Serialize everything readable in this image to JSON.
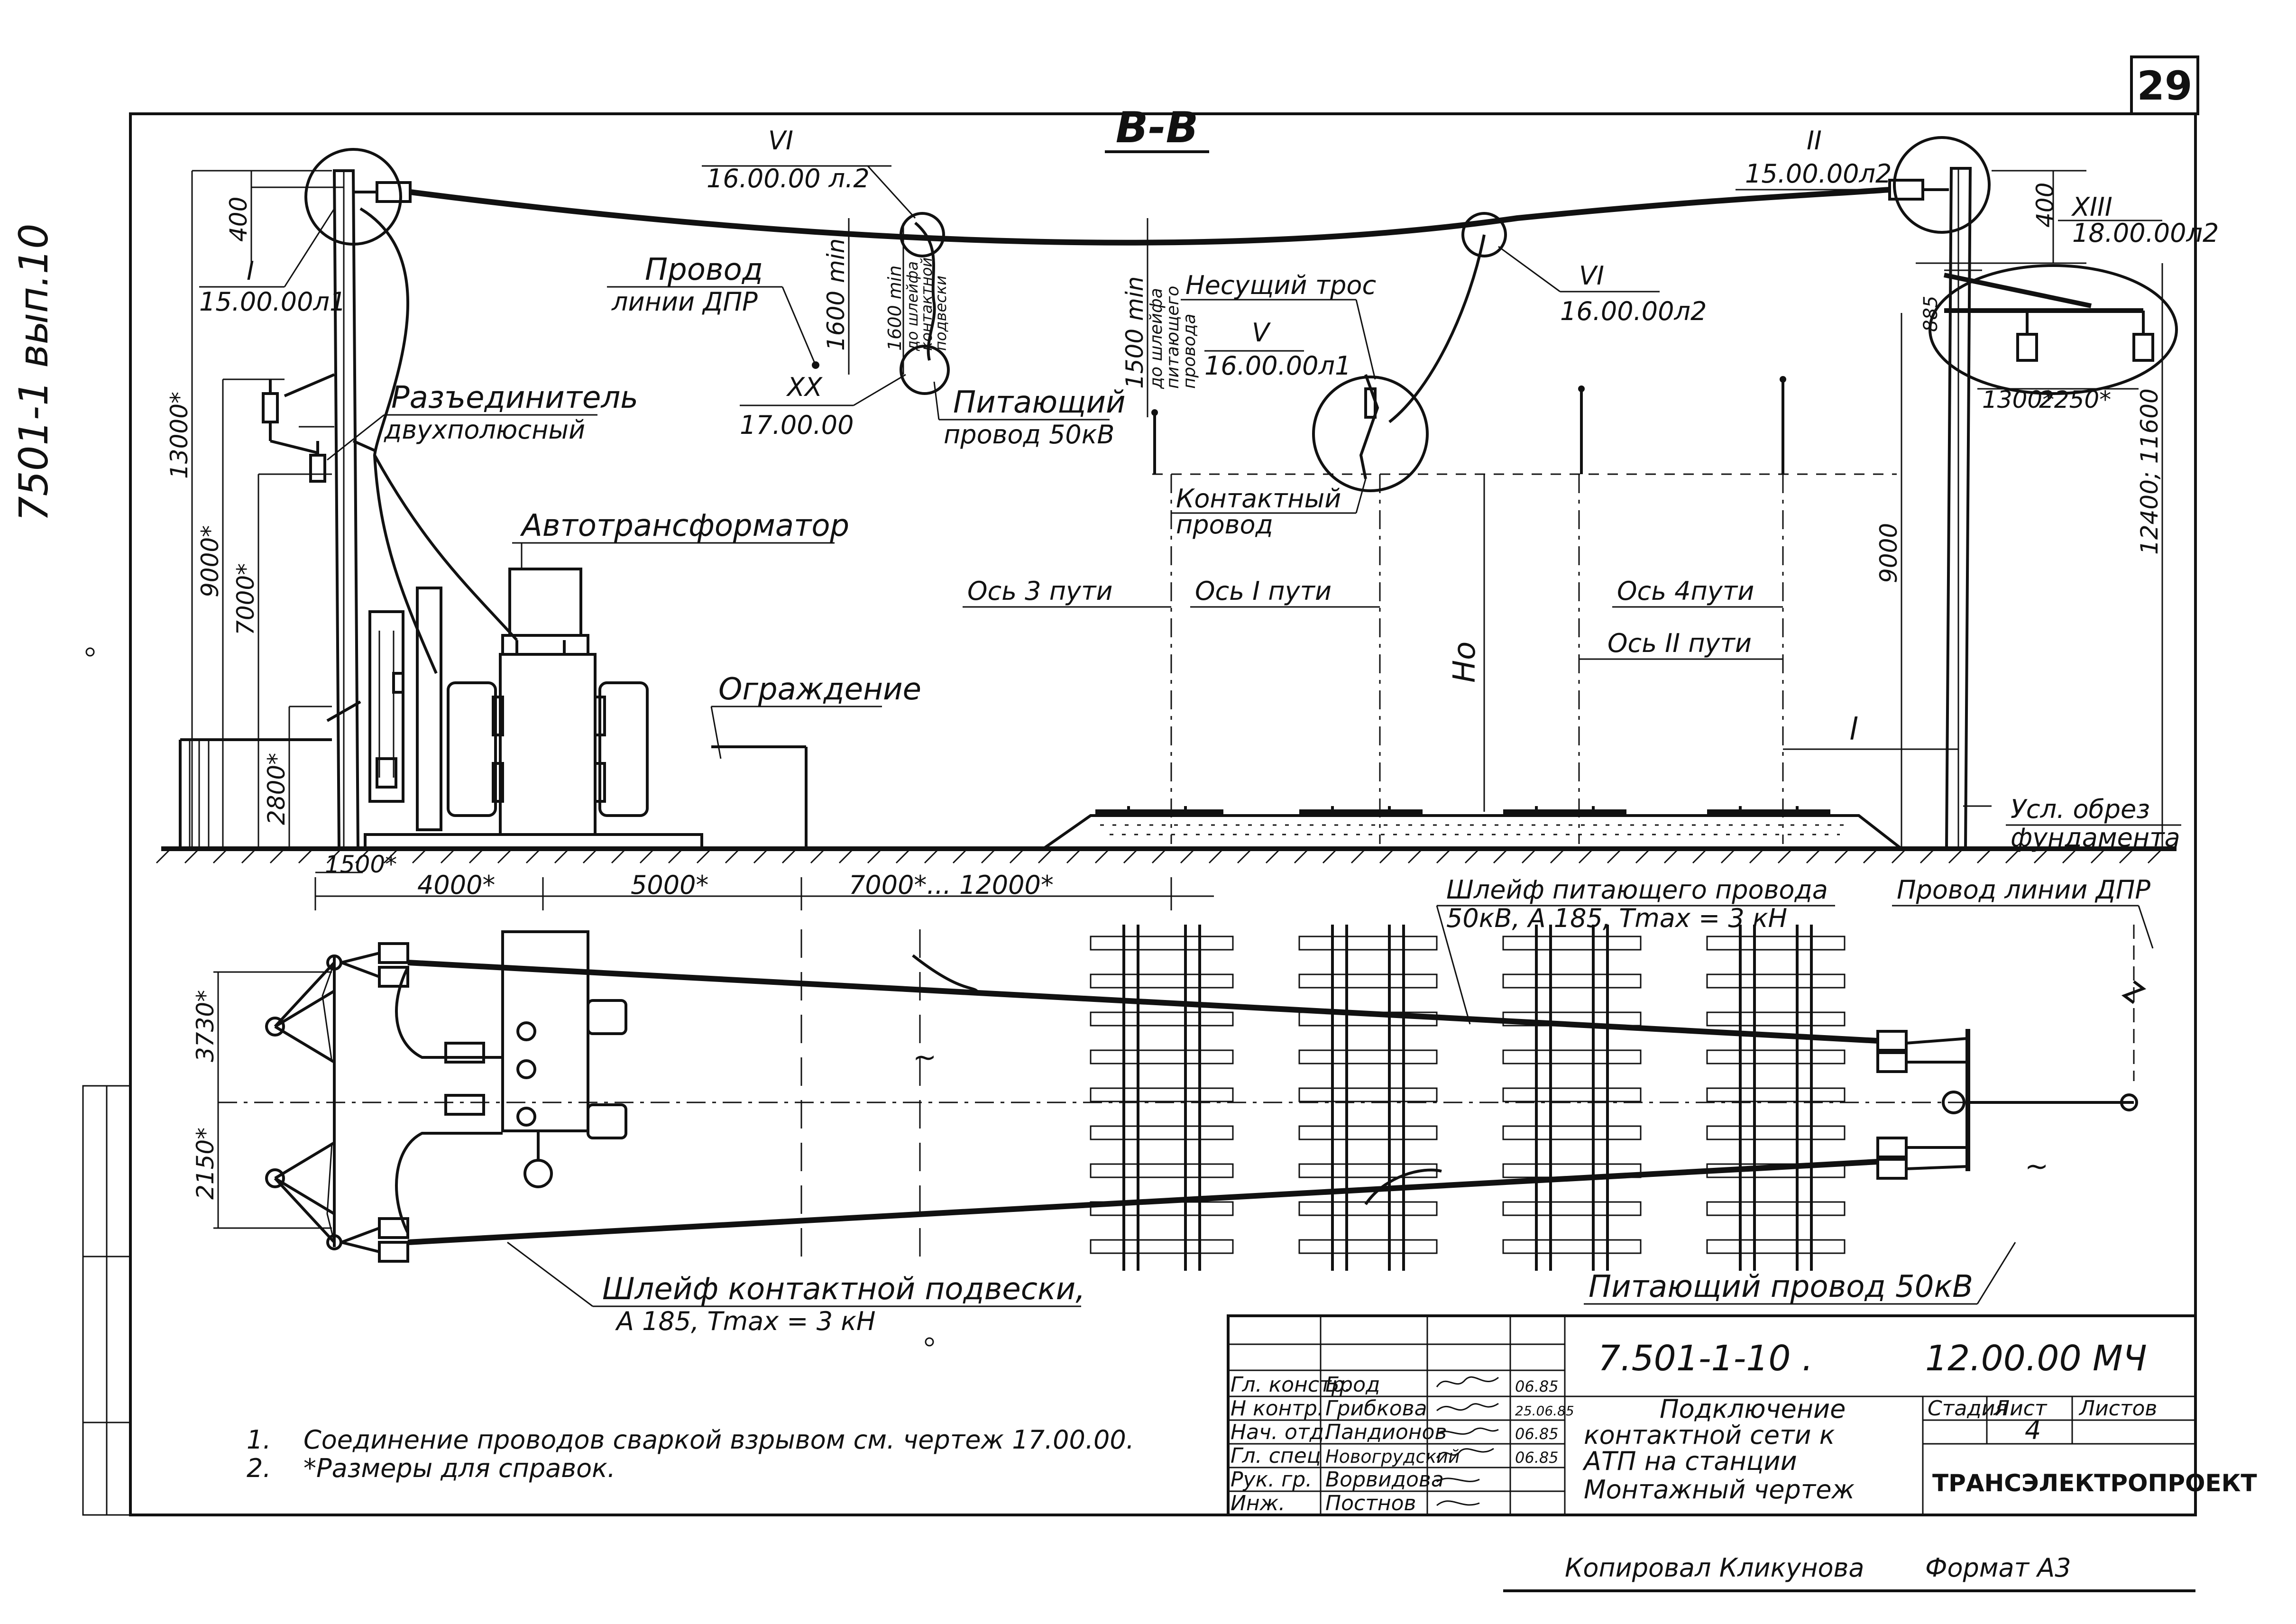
{
  "sheet": {
    "page_number": "29",
    "side_code": "7501-1 вып.10",
    "section_title": "В-В"
  },
  "upper_view": {
    "refs": {
      "I": {
        "num": "I",
        "code": "15.00.00л1"
      },
      "II": {
        "num": "II",
        "code": "15.00.00л2"
      },
      "VI_a": {
        "num": "VI",
        "code": "16.00.00 л.2"
      },
      "VI_b": {
        "num": "VI",
        "code": "16.00.00л2"
      },
      "V": {
        "num": "V",
        "code": "16.00.00л1"
      },
      "XX": {
        "num": "XX",
        "code": "17.00.00"
      },
      "XIII": {
        "num": "XIII",
        "code": "18.00.00л2"
      }
    },
    "labels": {
      "dpr_line": [
        "Провод",
        "линии ДПР"
      ],
      "disconnector": [
        "Разъединитель",
        "двухполюсный"
      ],
      "autotransformer": "Автотрансформатор",
      "fence": "Ограждение",
      "feeder": [
        "Питающий",
        "провод 50кВ"
      ],
      "messenger": "Несущий трос",
      "contact_wire": [
        "Контактный",
        "провод"
      ],
      "axis_3": "Ось 3 пути",
      "axis_1": "Ось I пути",
      "axis_4": "Ось 4пути",
      "axis_2": "Ось II пути",
      "foundation": [
        "Усл. обрез",
        "фундамента"
      ],
      "ho": "Hо",
      "l": "l"
    },
    "dims": {
      "d400_left": "400",
      "d400_right": "400",
      "d13000": "13000*",
      "d9000_left": "9000*",
      "d7000": "7000*",
      "d2800": "2800*",
      "d1600a": "1600 min",
      "d1600b": "1600 min",
      "d1600_note": [
        "до шлейфа",
        "контактной",
        "подвески"
      ],
      "d1500": "1500 min",
      "d1500_note": [
        "до шлейфа",
        "питающего",
        "провода"
      ],
      "d885": "885",
      "d1300": "1300*",
      "d2250": "2250*",
      "d12400": "12400; 11600",
      "d9000_right": "9000",
      "d1500_base": "1500*",
      "d4000": "4000*",
      "d5000": "5000*",
      "d7000_12000": "7000*... 12000*"
    }
  },
  "plan_view": {
    "labels": {
      "feeder_loop": [
        "Шлейф питающего провода",
        "50кВ, А 185,  Tmax = 3 кН"
      ],
      "dpr_line": "Провод линии ДПР",
      "contact_loop": [
        "Шлейф контактной подвески,",
        "А 185,    Tmax = 3 кН"
      ],
      "feeder_wire": "Питающий провод 50кВ"
    },
    "dims": {
      "d3730": "3730*",
      "d2150": "2150*"
    }
  },
  "notes": [
    {
      "num": "1.",
      "text": "Соединение проводов сваркой взрывом см. чертеж 17.00.00."
    },
    {
      "num": "2.",
      "text": "*Размеры для справок."
    }
  ],
  "title_block": {
    "doc_code": "7.501-1-10 .",
    "drawing_code": "12.00.00 МЧ",
    "title_lines": [
      "Подключение",
      "контактной сети к",
      "АТП  на станции",
      "Монтажный чертеж"
    ],
    "stage_headers": [
      "Стадия",
      "Лист",
      "Листов"
    ],
    "sheet_value": "4",
    "organization": "ТРАНСЭЛЕКТРОПРОЕКТ",
    "staff": [
      {
        "role": "Гл. констр.",
        "name": "Брод",
        "date": "06.85"
      },
      {
        "role": "Н контр.",
        "name": "Грибкова",
        "date": "25.06.85"
      },
      {
        "role": "Нач. отд.",
        "name": "Пандионов",
        "date": "06.85"
      },
      {
        "role": "Гл. спец",
        "name": "Новогрудский",
        "date": "06.85"
      },
      {
        "role": "Рук. гр.",
        "name": "Ворвидова",
        "date": ""
      },
      {
        "role": "Инж.",
        "name": "Постнов",
        "date": ""
      }
    ]
  },
  "footer": {
    "copied": "Копировал Кликунова",
    "format": "Формат А3"
  }
}
